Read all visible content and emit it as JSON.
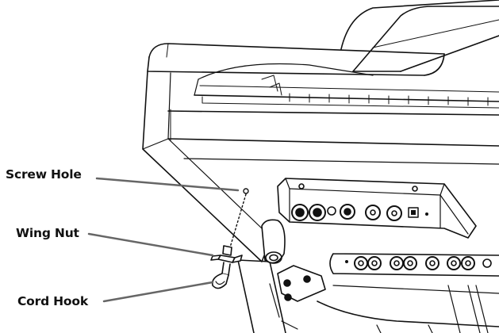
{
  "callouts": [
    {
      "id": "screw-hole",
      "label": "Screw Hole"
    },
    {
      "id": "wing-nut",
      "label": "Wing Nut"
    },
    {
      "id": "cord-hook",
      "label": "Cord Hook"
    }
  ],
  "colors": {
    "line": "#111111",
    "leader": "#666666",
    "panel_shade": "#dddddd",
    "background": "#ffffff"
  }
}
